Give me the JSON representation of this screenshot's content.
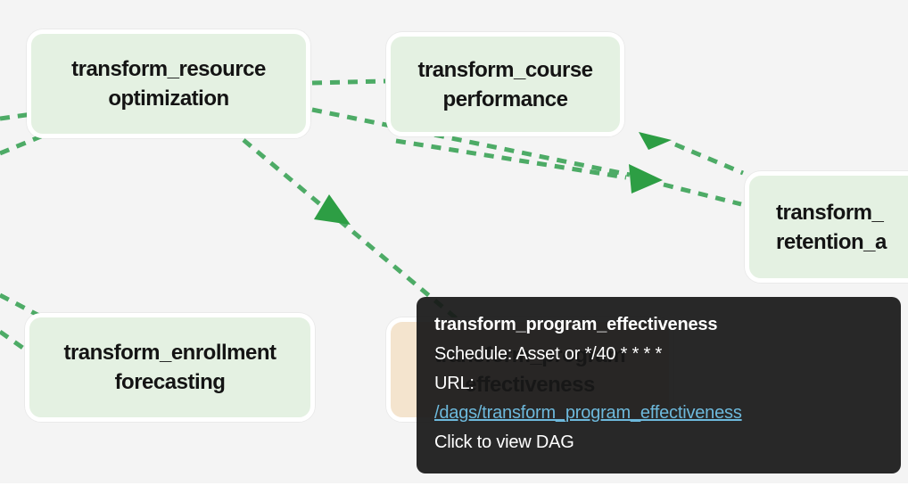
{
  "graph": {
    "nodes": [
      {
        "id": "transform_resource_optimization",
        "label_line1": "transform_resource",
        "label_line2": "optimization",
        "type": "green"
      },
      {
        "id": "transform_course_performance",
        "label_line1": "transform_course",
        "label_line2": "performance",
        "type": "green"
      },
      {
        "id": "transform_retention",
        "label_line1": "transform_",
        "label_line2": "retention_a",
        "type": "green",
        "clipped_right": true
      },
      {
        "id": "transform_enrollment_forecasting",
        "label_line1": "transform_enrollment",
        "label_line2": "forecasting",
        "type": "green"
      },
      {
        "id": "transform_program_effectiveness",
        "label_line1": "transform_program",
        "label_line2": "effectiveness",
        "type": "tan",
        "highlighted": true
      }
    ],
    "colors": {
      "background": "#f4f4f4",
      "node_green_fill": "#e4f1e2",
      "node_tan_fill": "#f4e4ce",
      "node_border": "#ffffff",
      "node_text": "#141414",
      "edge_green": "#4dab66",
      "arrow_green": "#2d9e44",
      "tooltip_bg": "#181818",
      "tooltip_text": "#ffffff",
      "link_blue": "#6db9dc"
    }
  },
  "tooltip": {
    "title": "transform_program_effectiveness",
    "schedule_line": "Schedule: Asset or */40 * * * *",
    "url_label": "URL:",
    "url_link": "/dags/transform_program_effectiveness",
    "action_hint": "Click to view DAG"
  }
}
